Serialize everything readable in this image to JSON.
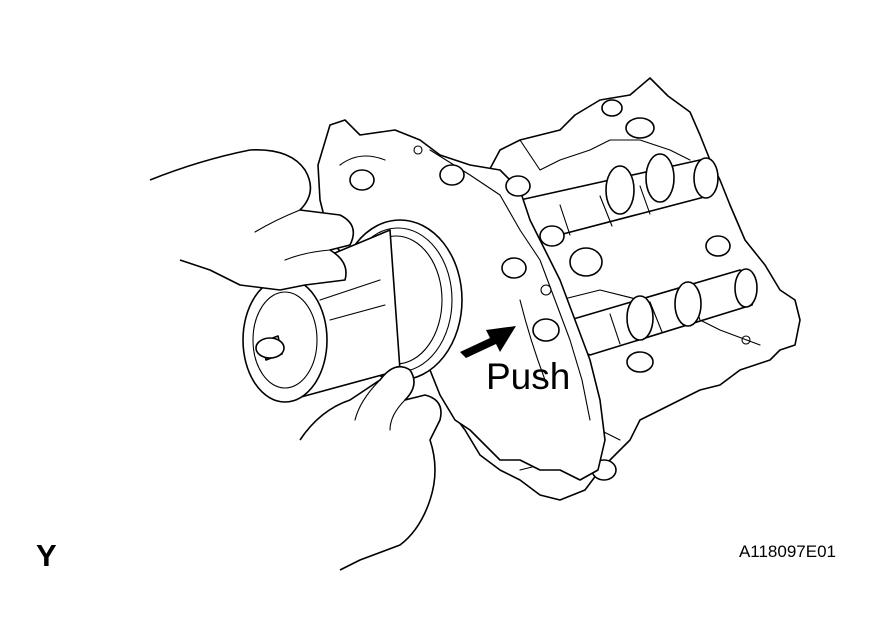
{
  "callout": {
    "text": "Push"
  },
  "corner_mark": "Y",
  "figure_id": "A118097E01"
}
